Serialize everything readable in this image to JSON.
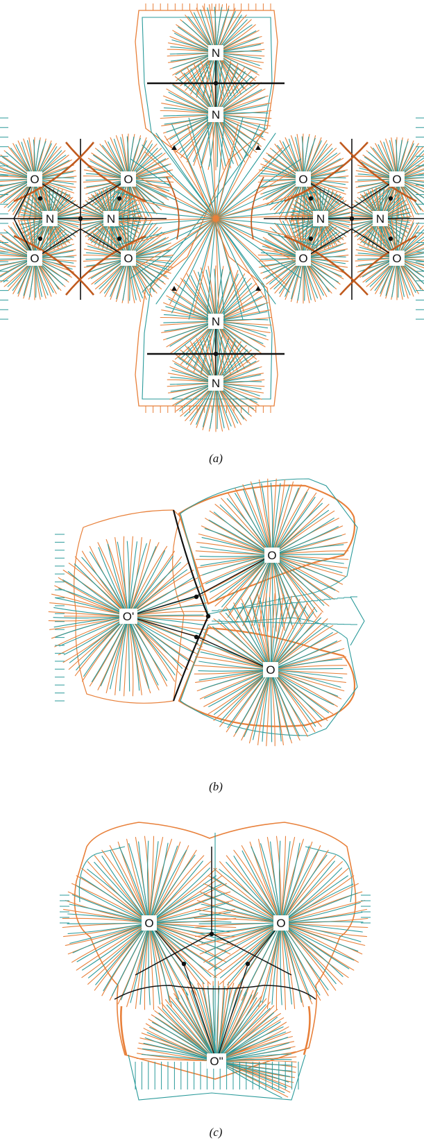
{
  "colors": {
    "orange": "#e8803a",
    "teal": "#2a9a9a",
    "bond": "#111111",
    "background": "#ffffff"
  },
  "panels": [
    {
      "id": "a",
      "caption": "(a)",
      "atoms": [
        {
          "id": "n-top-1",
          "label": "N"
        },
        {
          "id": "n-top-2",
          "label": "N"
        },
        {
          "id": "o-left-1",
          "label": "O"
        },
        {
          "id": "o-left-2",
          "label": "O"
        },
        {
          "id": "n-left-1",
          "label": "N"
        },
        {
          "id": "n-left-2",
          "label": "N"
        },
        {
          "id": "o-left-3",
          "label": "O"
        },
        {
          "id": "o-left-4",
          "label": "O"
        },
        {
          "id": "o-right-1",
          "label": "O"
        },
        {
          "id": "o-right-2",
          "label": "O"
        },
        {
          "id": "n-right-1",
          "label": "N"
        },
        {
          "id": "n-right-2",
          "label": "N"
        },
        {
          "id": "o-right-3",
          "label": "O"
        },
        {
          "id": "o-right-4",
          "label": "O"
        },
        {
          "id": "n-bottom-1",
          "label": "N"
        },
        {
          "id": "n-bottom-2",
          "label": "N"
        }
      ]
    },
    {
      "id": "b",
      "caption": "(b)",
      "atoms": [
        {
          "id": "o-prime",
          "label": "O'"
        },
        {
          "id": "o-upper",
          "label": "O"
        },
        {
          "id": "o-lower",
          "label": "O"
        }
      ]
    },
    {
      "id": "c",
      "caption": "(c)",
      "atoms": [
        {
          "id": "o-left",
          "label": "O"
        },
        {
          "id": "o-right",
          "label": "O"
        },
        {
          "id": "o-double-prime",
          "label": "O\""
        }
      ]
    }
  ]
}
